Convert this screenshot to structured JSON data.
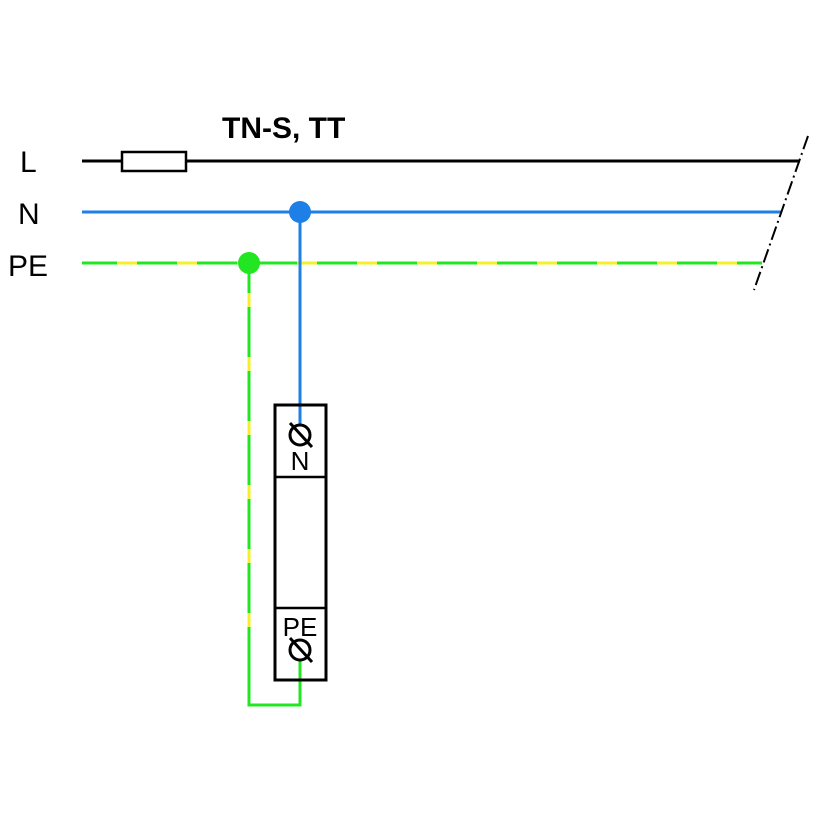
{
  "title": "TN-S, TT",
  "conductors": {
    "l": {
      "label": "L",
      "color": "#000000"
    },
    "n": {
      "label": "N",
      "color": "#1e7fe6"
    },
    "pe": {
      "label": "PE",
      "color": "#22e622",
      "stripe_color": "#f5f02a"
    }
  },
  "device": {
    "n_terminal_label": "N",
    "pe_terminal_label": "PE"
  }
}
